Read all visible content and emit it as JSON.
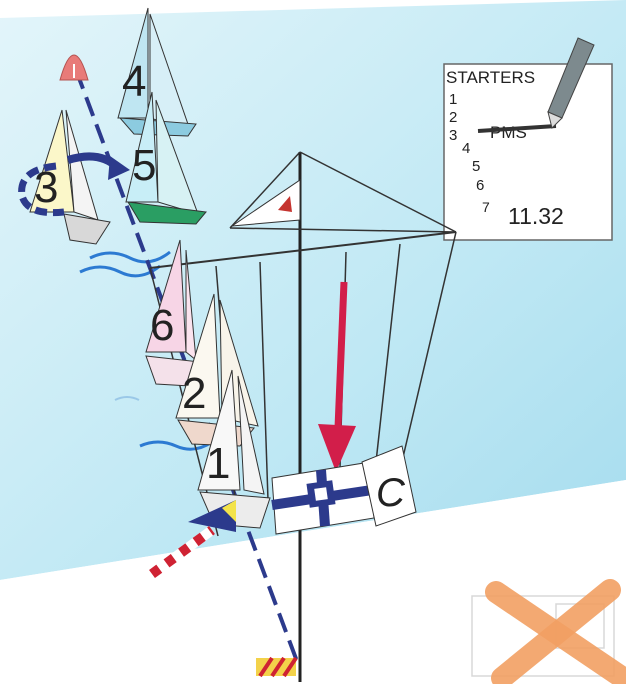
{
  "starters_sheet": {
    "heading": "STARTERS",
    "rows": [
      "1",
      "2",
      "3",
      "4",
      "5",
      "6",
      "7"
    ],
    "crossed_entry": "PMS",
    "time": "11.32"
  },
  "boats": [
    {
      "number": "4"
    },
    {
      "number": "5"
    },
    {
      "number": "3"
    },
    {
      "number": "6"
    },
    {
      "number": "2"
    },
    {
      "number": "1"
    }
  ],
  "flag_letter": "C",
  "colors": {
    "water_light": "#d6f0f7",
    "water_mid": "#aee0f0",
    "course_line": "#2c3a8c",
    "arrow": "#d21e4a",
    "cross": "#f2a063",
    "mark_buoy": "#e87b79"
  },
  "icons": [
    "sailboat-icon",
    "flag-icon",
    "buoy-icon",
    "pencil-icon",
    "arrow-down-icon",
    "cross-icon"
  ]
}
